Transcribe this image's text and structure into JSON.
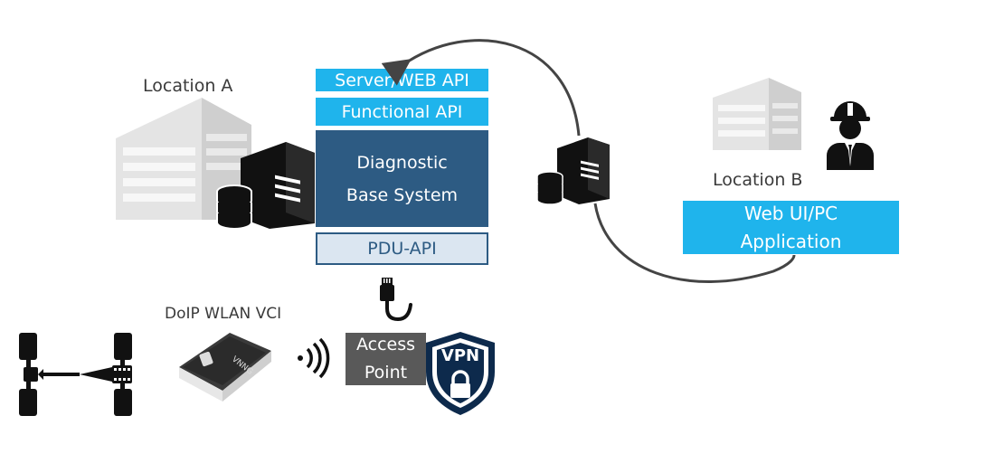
{
  "diagram": {
    "location_a": "Location A",
    "location_b": "Location B",
    "stack": {
      "server_api": "Server/WEB API",
      "functional_api": "Functional API",
      "diagnostic_line1": "Diagnostic",
      "diagnostic_line2": "Base System",
      "pdu_api": "PDU-API"
    },
    "vci_label": "DoIP WLAN VCI",
    "access_point_line1": "Access",
    "access_point_line2": "Point",
    "vpn": "VPN",
    "web_ui_line1": "Web UI/PC",
    "web_ui_line2": "Application",
    "vci_brand": "VNNG",
    "colors": {
      "cyan": "#1fb4ec",
      "navy": "#2d5b83",
      "gray": "#595959",
      "black": "#111111"
    }
  }
}
